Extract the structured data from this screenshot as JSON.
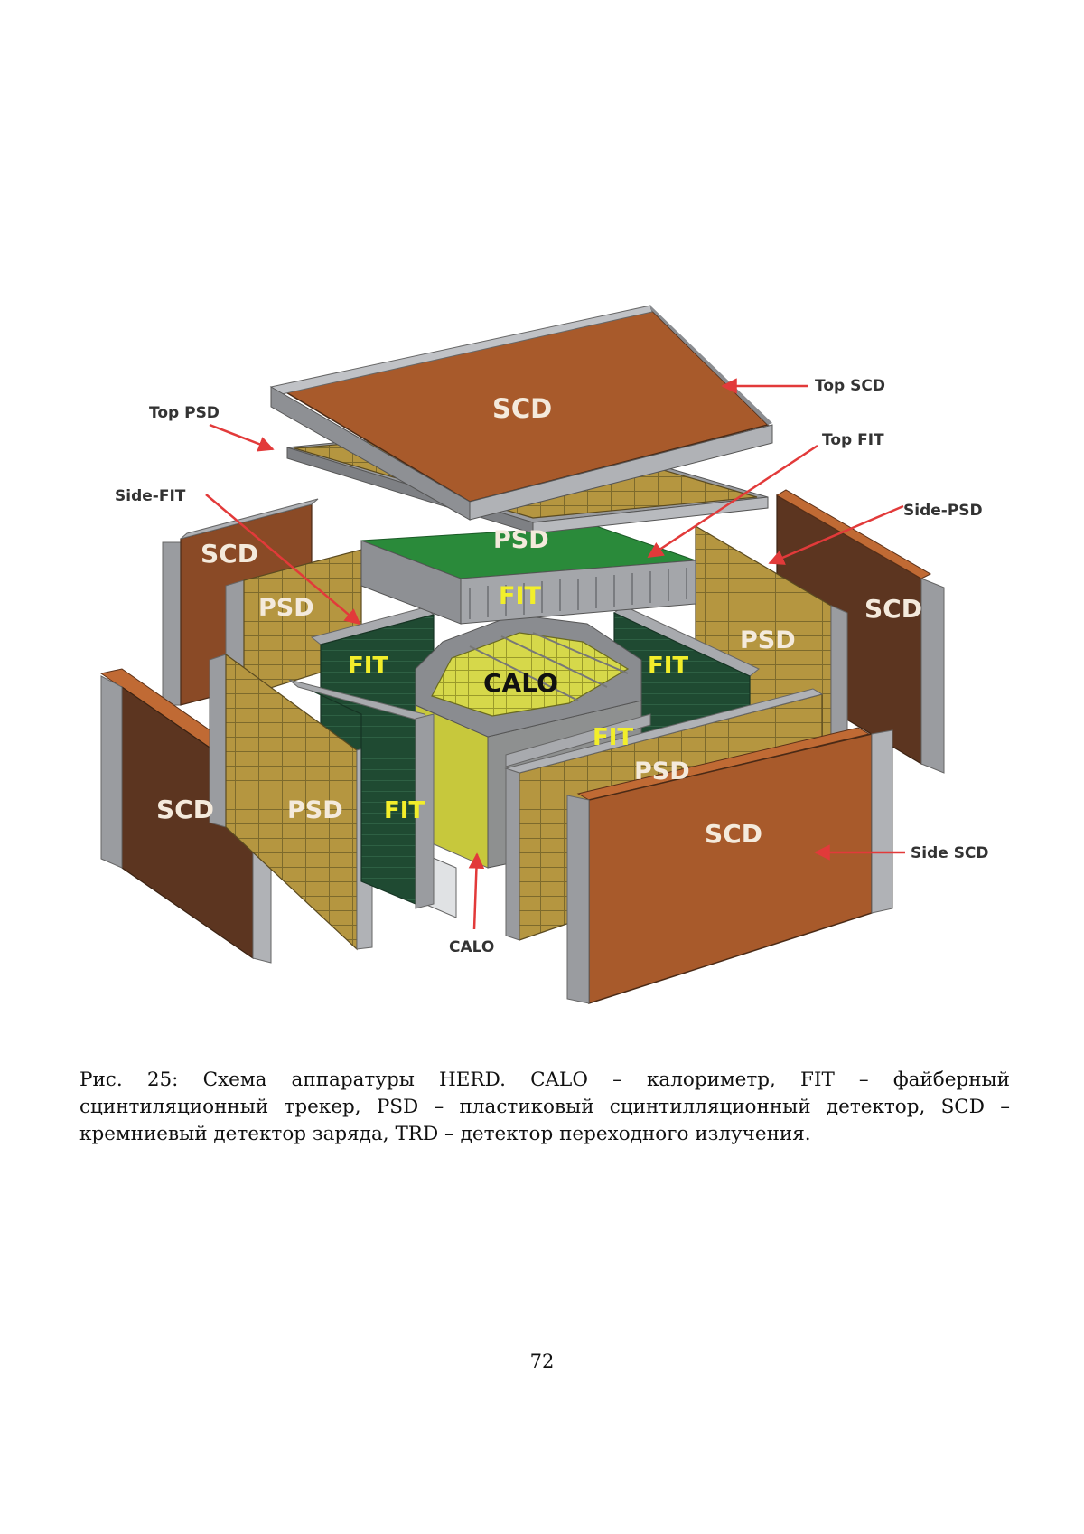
{
  "figure": {
    "labels": {
      "scd_top": "SCD",
      "psd_top": "PSD",
      "fit_top": "FIT",
      "scd_back_left": "SCD",
      "psd_back_left": "PSD",
      "fit_back_left": "FIT",
      "calo_center": "CALO",
      "fit_back_right": "FIT",
      "psd_back_right": "PSD",
      "scd_back_right": "SCD",
      "fit_front_right": "FIT",
      "psd_front_right": "PSD",
      "scd_front_right": "SCD",
      "scd_front_left": "SCD",
      "psd_front_left": "PSD",
      "fit_front_left": "FIT"
    },
    "callouts": {
      "top_scd": "Top SCD",
      "top_psd": "Top PSD",
      "top_fit": "Top FIT",
      "side_fit": "Side-FIT",
      "side_psd": "Side-PSD",
      "side_scd": "Side SCD",
      "calo": "CALO"
    },
    "colors": {
      "scd": "#a85a2b",
      "scd_dark": "#5c3520",
      "psd": "#b59640",
      "fit": "#1f4a32",
      "calo": "#d6d84a",
      "frame": "#9a9ca0",
      "label": "#f4eadc",
      "fit_label": "#f2ee2a",
      "arrow": "#e23a3a"
    }
  },
  "caption": "Рис. 25: Схема аппаратуры HERD. CALO – калориметр, FIT – файберный сцинтиляционный трекер, PSD – пластиковый сцинтилляционный детектор, SCD – кремниевый детектор заряда, TRD – детектор переходного излучения.",
  "page_number": "72"
}
